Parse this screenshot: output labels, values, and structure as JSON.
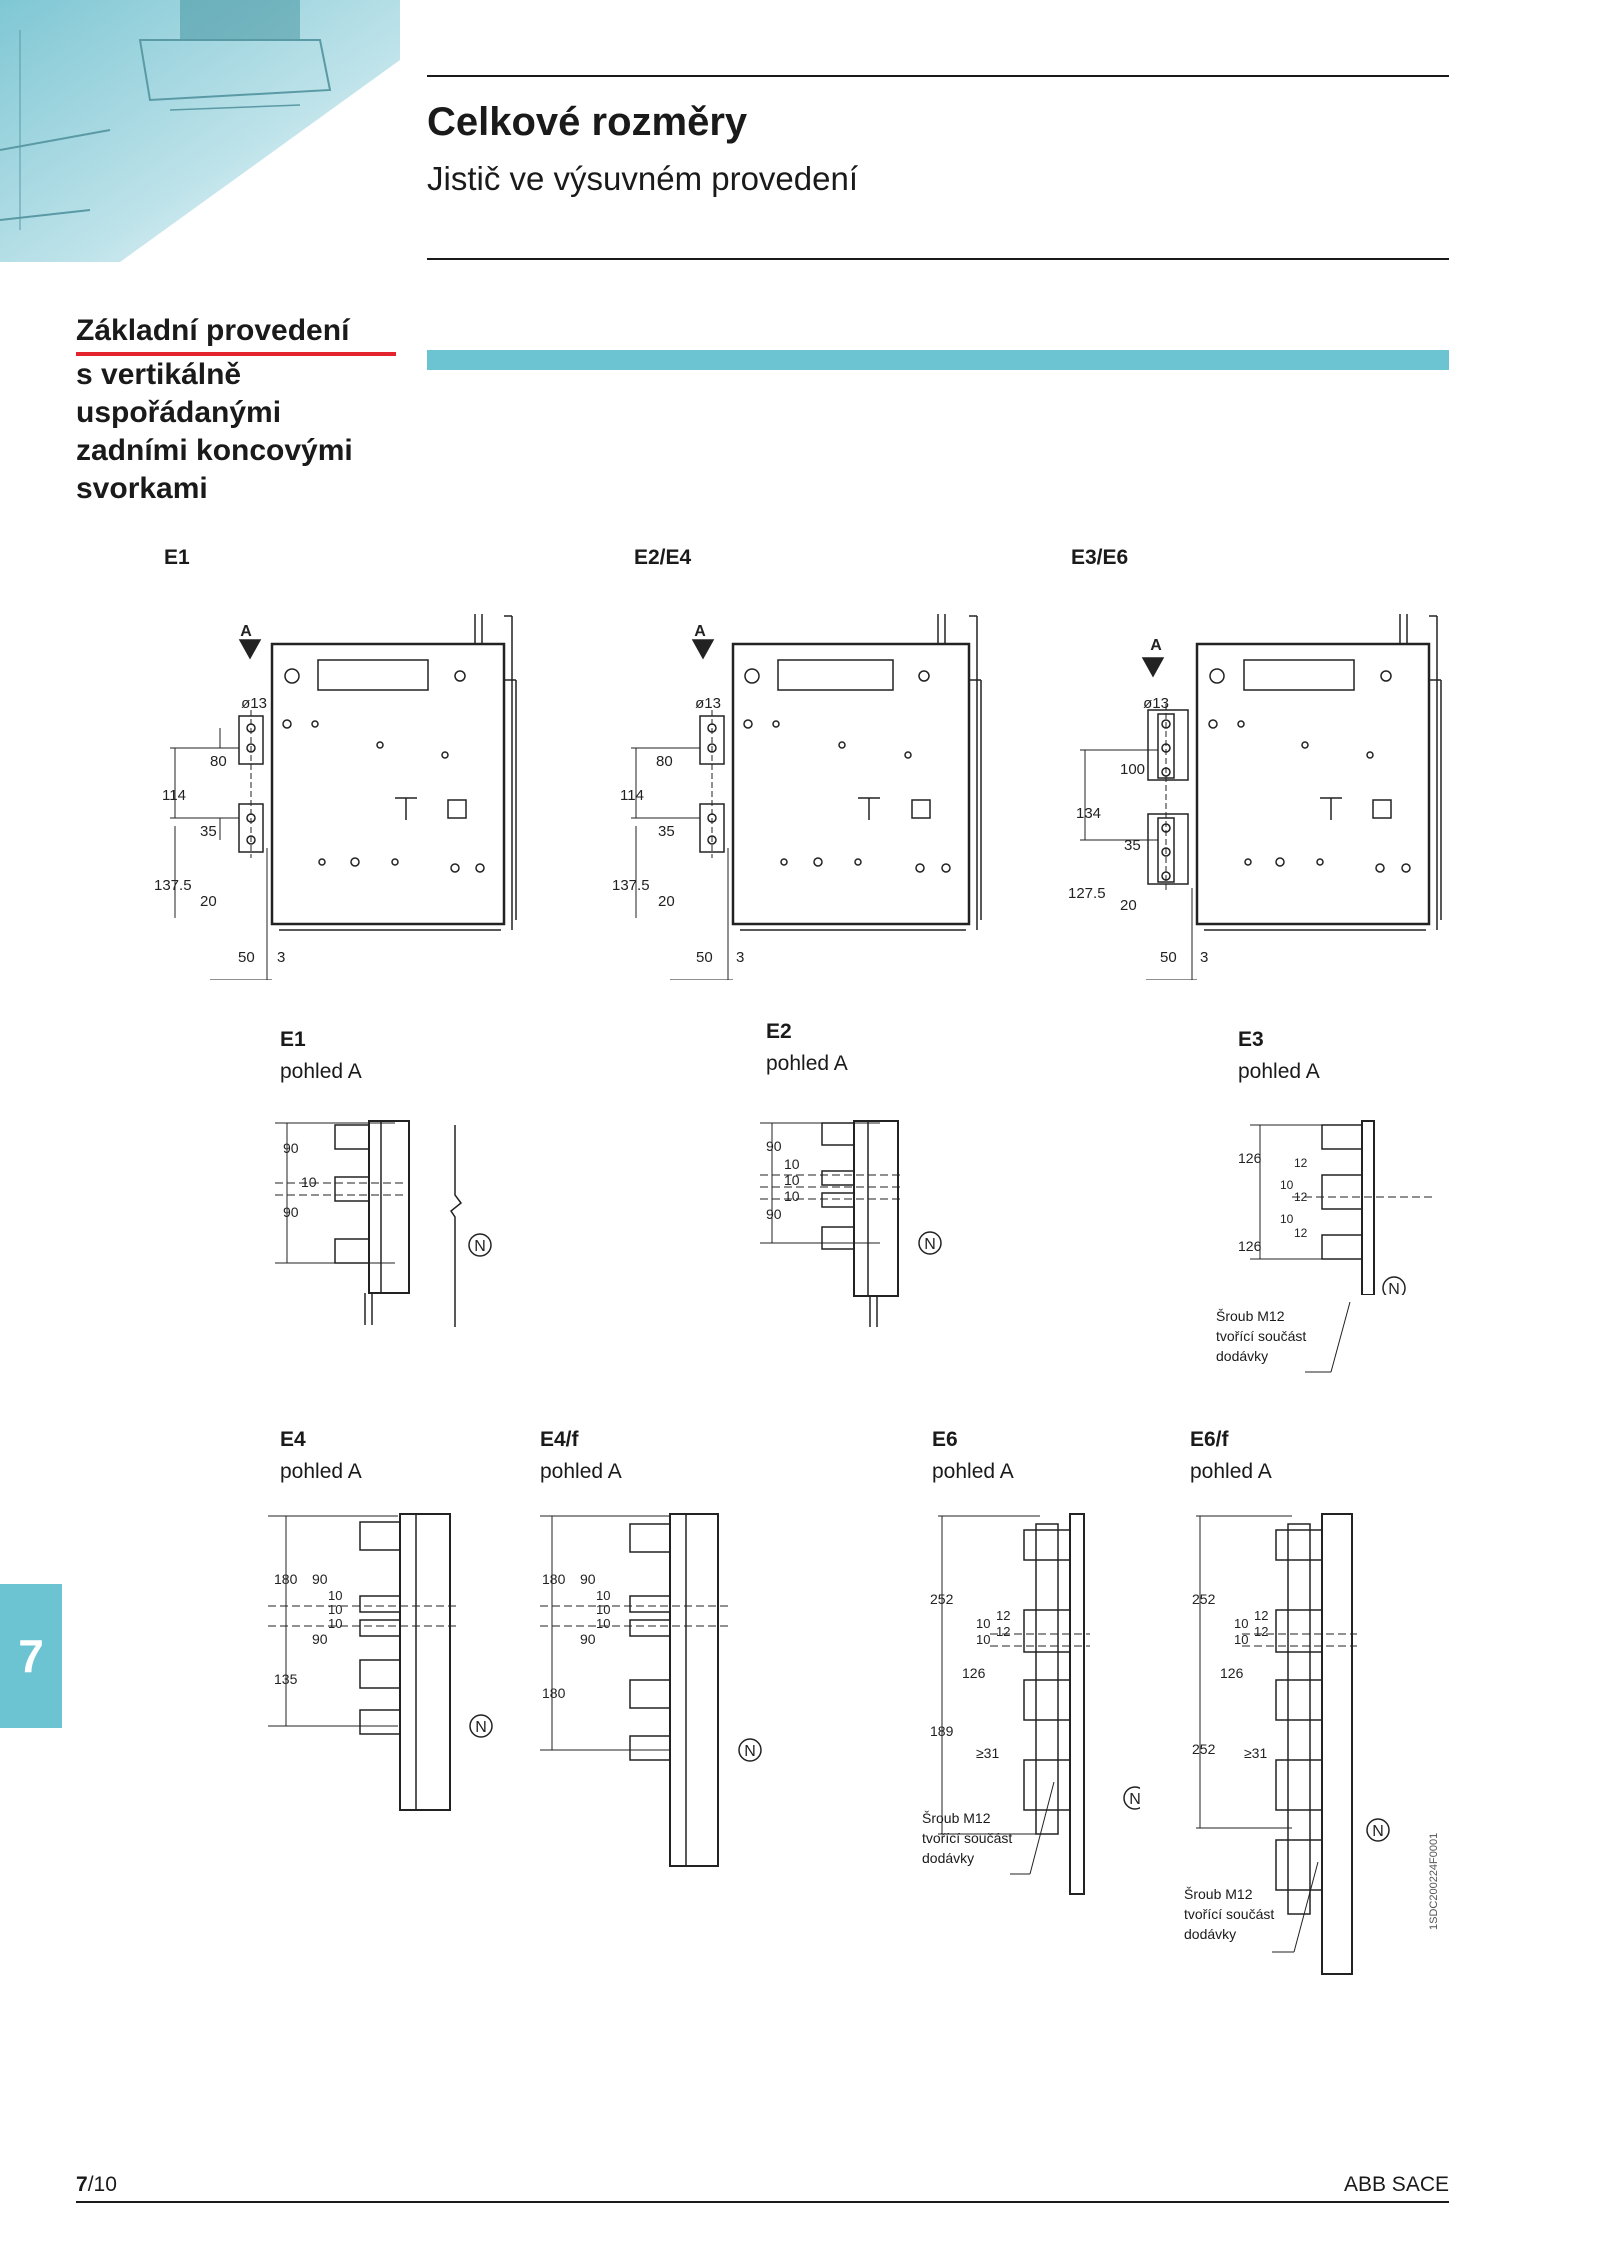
{
  "header": {
    "title": "Celkové rozměry",
    "subtitle": "Jistič ve výsuvném provedení"
  },
  "section": {
    "line1": "Základní provedení",
    "rest": "s vertikálně uspořádanými zadními koncovými svorkami"
  },
  "side_views": {
    "e1": {
      "label": "E1",
      "d_diam": "ø13",
      "d80": "80",
      "d114": "114",
      "d35": "35",
      "d137": "137.5",
      "d20": "20",
      "d50": "50",
      "d3": "3",
      "a": "A"
    },
    "e2": {
      "label": "E2/E4",
      "d_diam": "ø13",
      "d80": "80",
      "d114": "114",
      "d35": "35",
      "d137": "137.5",
      "d20": "20",
      "d50": "50",
      "d3": "3",
      "a": "A"
    },
    "e3": {
      "label": "E3/E6",
      "d_diam": "ø13",
      "d100": "100",
      "d134": "134",
      "d35": "35",
      "d127": "127.5",
      "d20": "20",
      "d50": "50",
      "d3": "3",
      "a": "A"
    }
  },
  "views": {
    "pohled": "pohled A",
    "e1": {
      "label": "E1",
      "d1": "90",
      "d2": "10",
      "d3": "90",
      "n": "N"
    },
    "e2": {
      "label": "E2",
      "d1": "90",
      "d2": "10",
      "d3": "10",
      "d4": "10",
      "d5": "90",
      "n": "N"
    },
    "e3": {
      "label": "E3",
      "d1": "126",
      "d2": "12",
      "d3": "10",
      "d4": "12",
      "d5": "10",
      "d6": "12",
      "d7": "126",
      "n": "N"
    },
    "e4": {
      "label": "E4",
      "d180": "180",
      "d90a": "90",
      "d10a": "10",
      "d10b": "10",
      "d10c": "10",
      "d90b": "90",
      "d135": "135",
      "n": "N"
    },
    "e4f": {
      "label": "E4/f",
      "d180a": "180",
      "d90a": "90",
      "d10a": "10",
      "d10b": "10",
      "d10c": "10",
      "d90b": "90",
      "d180b": "180",
      "n": "N"
    },
    "e6": {
      "label": "E6",
      "d252": "252",
      "d10": "10",
      "d12a": "12",
      "d12b": "12",
      "d10b": "10",
      "d126": "126",
      "d189": "189",
      "d31": "≥31",
      "n": "N"
    },
    "e6f": {
      "label": "E6/f",
      "d252a": "252",
      "d10": "10",
      "d12a": "12",
      "d12b": "12",
      "d10b": "10",
      "d126": "126",
      "d252b": "252",
      "d31": "≥31",
      "n": "N"
    }
  },
  "note": {
    "line1": "Šroub M12",
    "line2": "tvořící součást",
    "line3": "dodávky"
  },
  "tab": "7",
  "footer": {
    "page_num": "7",
    "page_total": "/10",
    "company": "ABB SACE",
    "doc_id": "1SDC200224F0001"
  }
}
